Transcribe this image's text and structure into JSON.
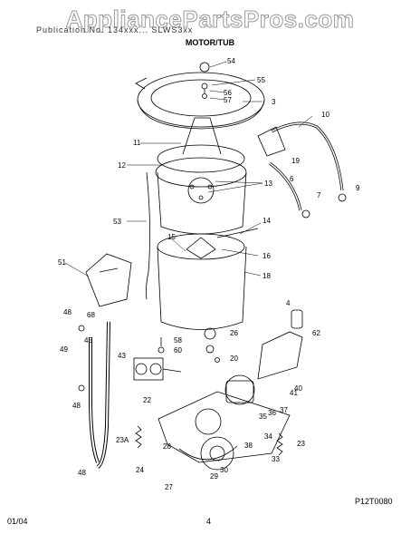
{
  "watermark": "AppliancePartsPros.com",
  "header_text": "Publication No. 134xxx...  SLWS3xx",
  "title": "MOTOR/TUB",
  "footer": {
    "date": "01/04",
    "page": "4"
  },
  "drawing_code": "P12T0080",
  "callouts": [
    "54",
    "55",
    "3",
    "56",
    "57",
    "10",
    "11",
    "19",
    "12",
    "6",
    "13",
    "7",
    "9",
    "14",
    "53",
    "15",
    "16",
    "51",
    "18",
    "48",
    "68",
    "4",
    "58",
    "26",
    "62",
    "60",
    "49",
    "45",
    "43",
    "20",
    "40",
    "41",
    "22",
    "48",
    "23A",
    "36",
    "37",
    "35",
    "28",
    "34",
    "38",
    "23",
    "33",
    "24",
    "29",
    "30",
    "27",
    "48"
  ]
}
